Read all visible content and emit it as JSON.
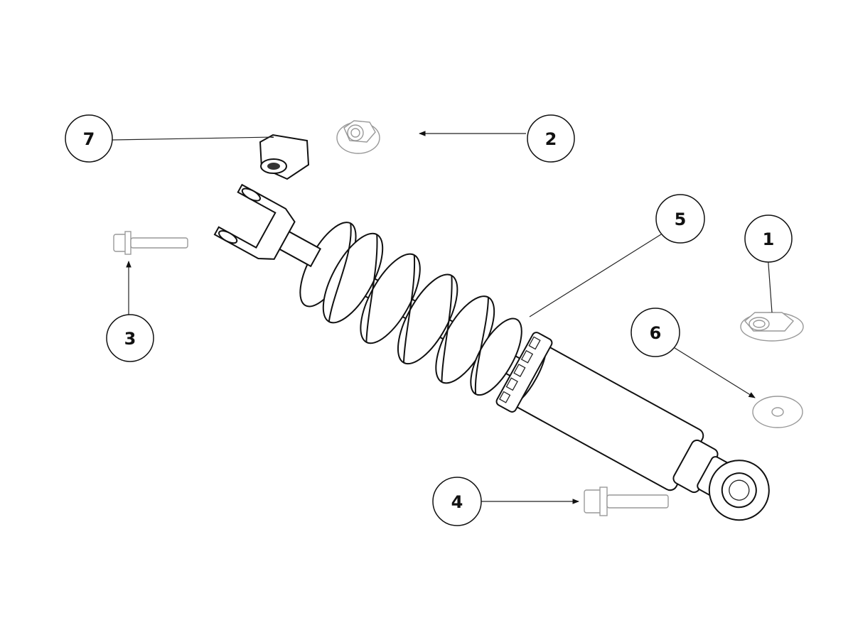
{
  "diagram": {
    "type": "exploded parts diagram",
    "callouts": [
      {
        "label": "1",
        "part": "flange-nut"
      },
      {
        "label": "2",
        "part": "flange-nut"
      },
      {
        "label": "3",
        "part": "flange-bolt"
      },
      {
        "label": "4",
        "part": "flange-bolt"
      },
      {
        "label": "5",
        "part": "shock-absorber"
      },
      {
        "label": "6",
        "part": "washer"
      },
      {
        "label": "7",
        "part": "bushing"
      }
    ]
  }
}
